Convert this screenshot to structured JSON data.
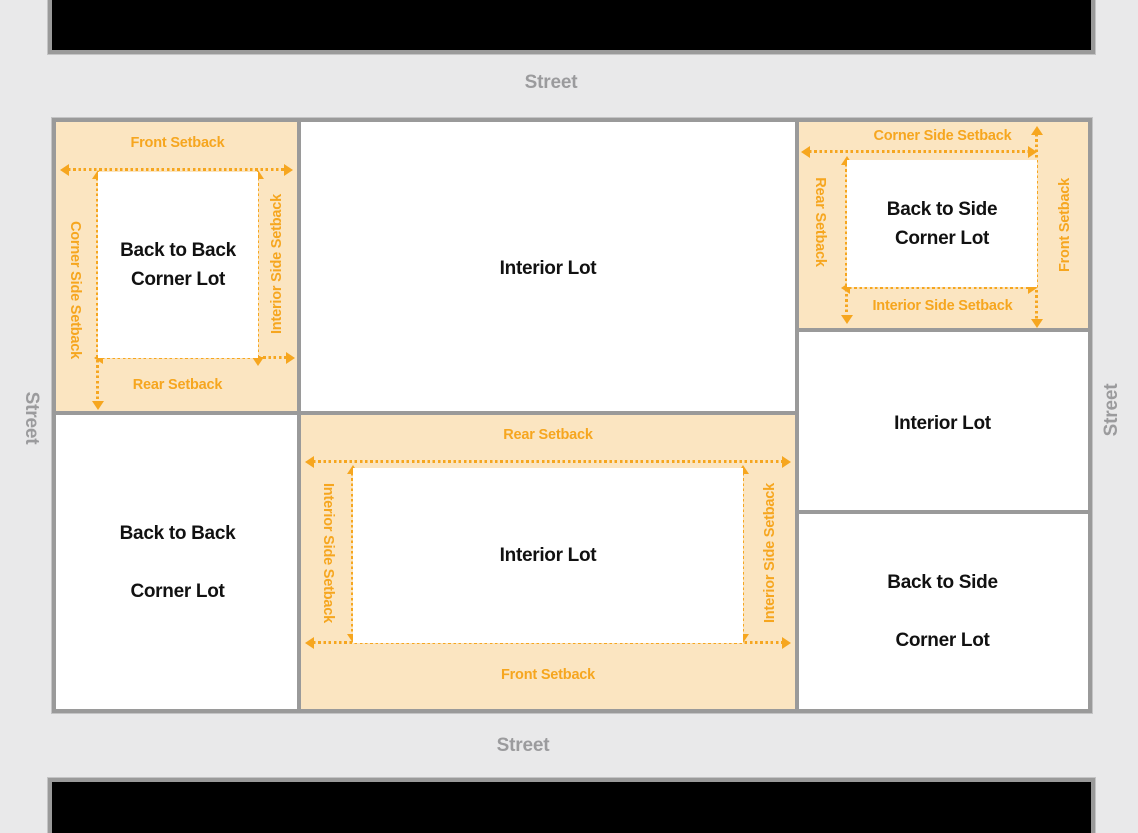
{
  "colors": {
    "background": "#e9e9ea",
    "pavement": "#000000",
    "outline": "#9a9a9a",
    "street_label": "#9b9b9d",
    "setback_fill": "#fbe5c1",
    "setback_accent": "#f6a61f",
    "lot_fill": "#ffffff",
    "lot_label": "#111111"
  },
  "streets": {
    "top": "Street",
    "bottom": "Street",
    "left": "Street",
    "right": "Street"
  },
  "lots": {
    "back_to_back_top": {
      "line1": "Back to Back",
      "line2": "Corner Lot",
      "setbacks": {
        "top": "Front Setback",
        "left": "Corner Side Setback",
        "right": "Interior Side Setback",
        "bottom": "Rear Setback"
      }
    },
    "interior_top": {
      "name": "Interior Lot"
    },
    "back_to_side_top": {
      "line1": "Back to Side",
      "line2": "Corner Lot",
      "setbacks": {
        "top": "Corner Side Setback",
        "left": "Rear Setback",
        "right": "Front Setback",
        "bottom": "Interior Side Setback"
      }
    },
    "interior_right": {
      "name": "Interior Lot"
    },
    "back_to_back_bottom": {
      "line1": "Back to Back",
      "line2": "Corner Lot"
    },
    "interior_bottom": {
      "name": "Interior Lot",
      "setbacks": {
        "top": "Rear Setback",
        "left": "Interior Side Setback",
        "right": "Interior Side Setback",
        "bottom": "Front Setback"
      }
    },
    "back_to_side_bottom": {
      "line1": "Back to Side",
      "line2": "Corner Lot"
    }
  }
}
